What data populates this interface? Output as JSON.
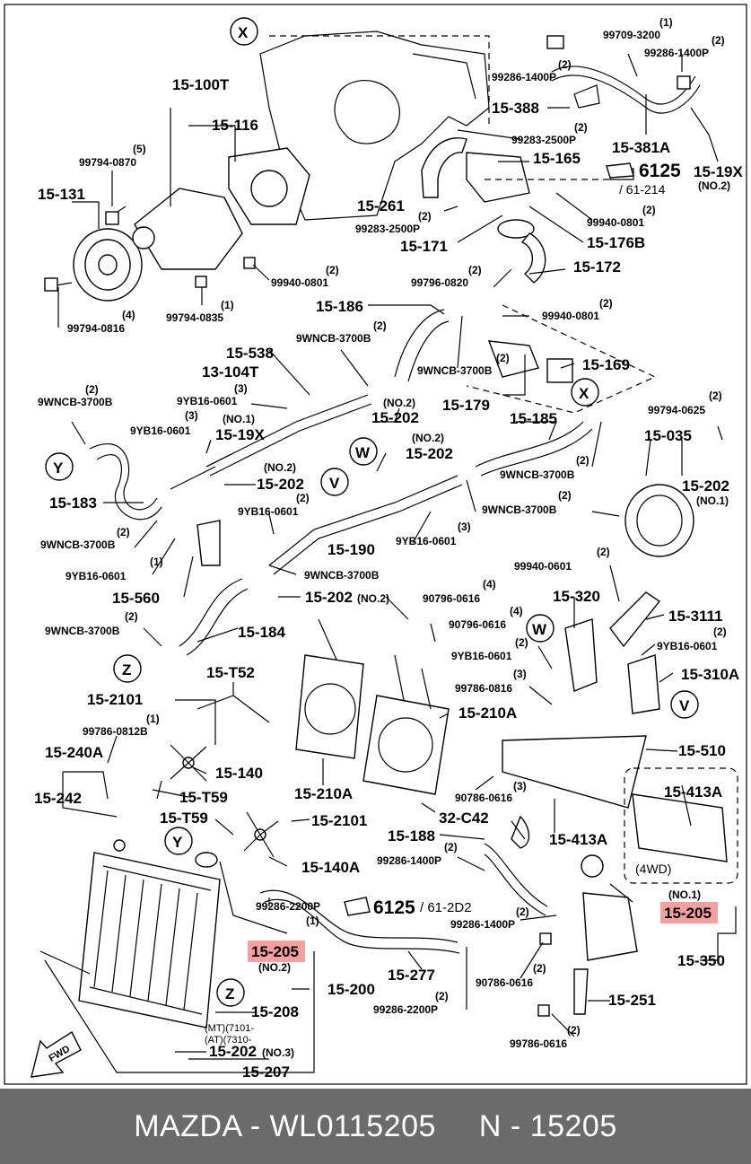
{
  "callouts": {
    "X": "X",
    "Y": "Y",
    "Z": "Z",
    "V": "V",
    "W": "W"
  },
  "labels": {
    "l_15_100T": "15-100T",
    "l_15_116": "15-116",
    "l_15_131": "15-131",
    "l_99794_0870": "99794-0870",
    "l_99794_0870_q": "(5)",
    "l_99794_0816": "99794-0816",
    "l_99794_0816_q": "(4)",
    "l_99794_0835": "99794-0835",
    "l_99794_0835_q": "(1)",
    "l_99940_0801_a": "99940-0801",
    "l_99940_0801_a_q": "(2)",
    "l_99709_3200": "99709-3200",
    "l_99709_3200_q": "(1)",
    "l_99286_1400P_a": "99286-1400P",
    "l_99286_1400P_a_q": "(2)",
    "l_99286_1400P_b": "99286-1400P",
    "l_99286_1400P_b_q": "(2)",
    "l_15_388": "15-388",
    "l_99283_2500P_a": "99283-2500P",
    "l_99283_2500P_a_q": "(2)",
    "l_15_165": "15-165",
    "l_15_381A": "15-381A",
    "l_6125_a": "6125",
    "l_61_214": "/ 61-214",
    "l_15_19X_a": "15-19X",
    "l_no2_a": "(NO.2)",
    "l_15_261": "15-261",
    "l_99283_2500P_b": "99283-2500P",
    "l_99283_2500P_b_q": "(2)",
    "l_99940_0801_b": "99940-0801",
    "l_99940_0801_b_q": "(2)",
    "l_15_171": "15-171",
    "l_15_176B": "15-176B",
    "l_15_172": "15-172",
    "l_99796_0820": "99796-0820",
    "l_99796_0820_q": "(2)",
    "l_15_186": "15-186",
    "l_99940_0801_c": "99940-0801",
    "l_99940_0801_c_q": "(2)",
    "l_9WNCB_a": "9WNCB-3700B",
    "l_9WNCB_a_q": "(2)",
    "l_15_538": "15-538",
    "l_9WNCB_b": "9WNCB-3700B",
    "l_9WNCB_b_q": "(2)",
    "l_15_169": "15-169",
    "l_13_104T": "13-104T",
    "l_9YB16_a": "9YB16-0601",
    "l_9YB16_a_q": "(3)",
    "l_no2_b": "(NO.2)",
    "l_15_179": "15-179",
    "l_9WNCB_c": "9WNCB-3700B",
    "l_9WNCB_c_q": "(2)",
    "l_no1_a": "(NO.1)",
    "l_15_202_a": "15-202",
    "l_15_185": "15-185",
    "l_99794_0625": "99794-0625",
    "l_99794_0625_q": "(2)",
    "l_9YB16_b": "9YB16-0601",
    "l_9YB16_b_q": "(3)",
    "l_15_19X_b": "15-19X",
    "l_no2_c": "(NO.2)",
    "l_15_202_b": "15-202",
    "l_15_035": "15-035",
    "l_no2_d": "(NO.2)",
    "l_15_202_c": "15-202",
    "l_9WNCB_d": "9WNCB-3700B",
    "l_9WNCB_d_q": "(2)",
    "l_15_202_d": "15-202",
    "l_no1_b": "(NO.1)",
    "l_15_183": "15-183",
    "l_9YB16_c": "9YB16-0601",
    "l_9YB16_c_q": "(2)",
    "l_9WNCB_e": "9WNCB-3700B",
    "l_9WNCB_e_q": "(2)",
    "l_9YB16_d": "9YB16-0601",
    "l_9YB16_d_q": "(3)",
    "l_9WNCB_f": "9WNCB-3700B",
    "l_9WNCB_f_q": "(2)",
    "l_15_190": "15-190",
    "l_9YB16_e": "9YB16-0601",
    "l_9YB16_e_q": "(1)",
    "l_99940_0601": "99940-0601",
    "l_99940_0601_q": "(2)",
    "l_9WNCB_g": "9WNCB-3700B",
    "l_15_560": "15-560",
    "l_15_202_e": "15-202",
    "l_no2_e": "(NO.2)",
    "l_90796_0616_a": "90796-0616",
    "l_90796_0616_a_q": "(4)",
    "l_15_320": "15-320",
    "l_9WNCB_h": "9WNCB-3700B",
    "l_9WNCB_h_q": "(2)",
    "l_15_184": "15-184",
    "l_90796_0616_b": "90796-0616",
    "l_90796_0616_b_q": "(4)",
    "l_15_3111": "15-3111",
    "l_9YB16_f": "9YB16-0601",
    "l_9YB16_f_q": "(2)",
    "l_9YB16_g": "9YB16-0601",
    "l_9YB16_g_q": "(2)",
    "l_15_T52": "15-T52",
    "l_15_310A": "15-310A",
    "l_99786_0816": "99786-0816",
    "l_99786_0816_q": "(3)",
    "l_15_2101_a": "15-2101",
    "l_15_210A_a": "15-210A",
    "l_99786_0812B": "99786-0812B",
    "l_99786_0812B_q": "(1)",
    "l_15_240A": "15-240A",
    "l_15_510": "15-510",
    "l_15_140": "15-140",
    "l_15_242": "15-242",
    "l_15_T59_a": "15-T59",
    "l_15_210A_b": "15-210A",
    "l_90786_0616_a": "90786-0616",
    "l_90786_0616_a_q": "(3)",
    "l_15_413A_a": "15-413A",
    "l_15_T59_b": "15-T59",
    "l_15_2101_b": "15-2101",
    "l_32_C42": "32-C42",
    "l_15_413A_b": "15-413A",
    "l_15_188": "15-188",
    "l_99286_1400P_c": "99286-1400P",
    "l_99286_1400P_c_q": "(2)",
    "l_15_140A": "15-140A",
    "l_4WD": "(4WD)",
    "l_no1_c": "(NO.1)",
    "l_6125_b": "6125",
    "l_61_2D2": "/ 61-2D2",
    "l_15_205_a": "15-205",
    "l_99286_2200P_a": "99286-2200P",
    "l_99286_2200P_a_q": "(1)",
    "l_99286_1400P_d": "99286-1400P",
    "l_99286_1400P_d_q": "(2)",
    "l_15_205_b": "15-205",
    "l_no2_f": "(NO.2)",
    "l_15_200": "15-200",
    "l_15_277": "15-277",
    "l_15_350": "15-350",
    "l_90786_0616_b": "90786-0616",
    "l_90786_0616_b_q": "(2)",
    "l_15_251": "15-251",
    "l_15_208": "15-208",
    "l_99286_2200P_b": "99286-2200P",
    "l_99286_2200P_b_q": "(2)",
    "l_mt": "(MT)(7101-",
    "l_at": "(AT)(7310-",
    "l_15_202_f": "15-202",
    "l_no3": "(NO.3)",
    "l_99786_0616": "99786-0616",
    "l_99786_0616_q": "(2)",
    "l_fwd": "FWD",
    "l_15_207": "15-207"
  },
  "highlight_color": "#f4a0a0",
  "footer": {
    "brand_part": "MAZDA - WL0115205",
    "ref": "N - 15205"
  }
}
